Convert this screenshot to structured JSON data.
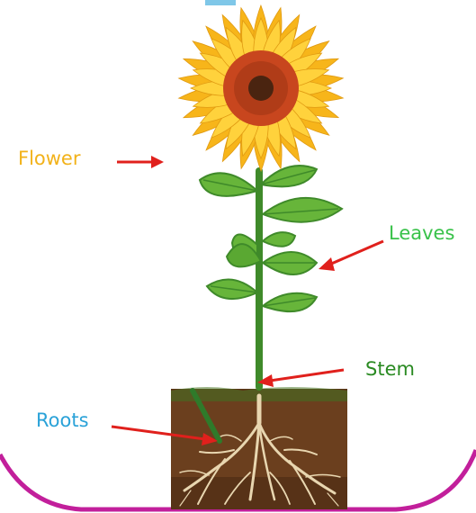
{
  "labels": {
    "flower": "Flower",
    "leaves": "Leaves",
    "stem": "Stem",
    "roots": "Roots"
  },
  "colors": {
    "flower_label": "#f2b21a",
    "leaves_label": "#39c24a",
    "stem_label": "#2a8a22",
    "roots_label": "#2aa2d8",
    "arrow": "#e0201c",
    "frame_border": "#c21f9b",
    "petal": "#f7b51a",
    "petal_light": "#ffd23c",
    "flower_center": "#c8461e",
    "flower_core": "#4a2410",
    "stem": "#3f8a2a",
    "leaf": "#67b53a",
    "leaf_dark": "#3f8a2a",
    "soil": "#6b3f1e",
    "soil_dark": "#4a2a12",
    "root": "#e8d6b0"
  }
}
